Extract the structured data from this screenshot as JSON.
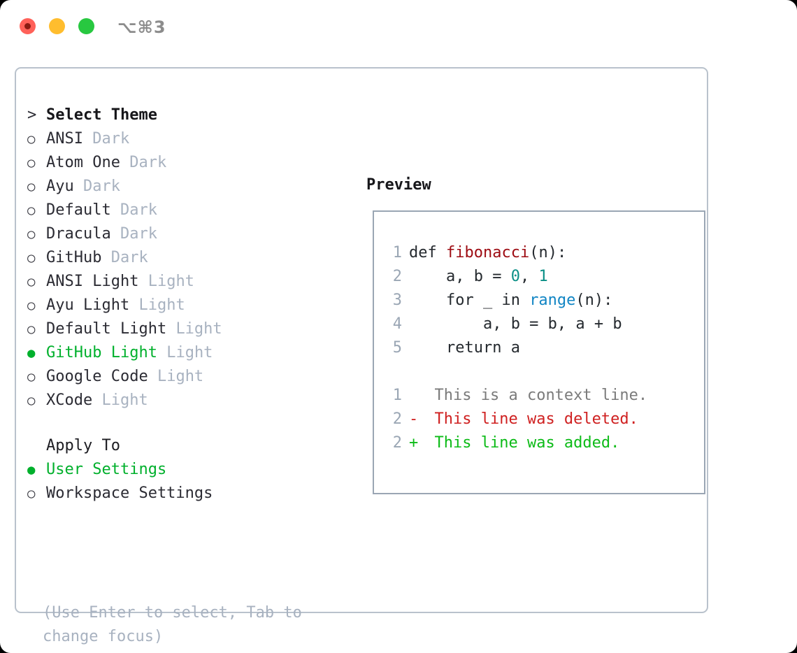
{
  "titlebar": {
    "shortcut": "⌥⌘3",
    "dots": [
      {
        "name": "close",
        "color": "#ff6159"
      },
      {
        "name": "minimize",
        "color": "#ffbd2e"
      },
      {
        "name": "maximize",
        "color": "#28c840"
      }
    ]
  },
  "theme_section": {
    "header_prefix": ">",
    "header": "Select Theme",
    "marker_off": "○",
    "marker_on": "●",
    "items": [
      {
        "name": "ANSI",
        "tag": "Dark",
        "selected": false
      },
      {
        "name": "Atom One",
        "tag": "Dark",
        "selected": false
      },
      {
        "name": "Ayu",
        "tag": "Dark",
        "selected": false
      },
      {
        "name": "Default",
        "tag": "Dark",
        "selected": false
      },
      {
        "name": "Dracula",
        "tag": "Dark",
        "selected": false
      },
      {
        "name": "GitHub",
        "tag": "Dark",
        "selected": false
      },
      {
        "name": "ANSI Light",
        "tag": "Light",
        "selected": false
      },
      {
        "name": "Ayu Light",
        "tag": "Light",
        "selected": false
      },
      {
        "name": "Default Light",
        "tag": "Light",
        "selected": false
      },
      {
        "name": "GitHub Light",
        "tag": "Light",
        "selected": true
      },
      {
        "name": "Google Code",
        "tag": "Light",
        "selected": false
      },
      {
        "name": "XCode",
        "tag": "Light",
        "selected": false
      }
    ]
  },
  "apply_section": {
    "header": "Apply To",
    "items": [
      {
        "name": "User Settings",
        "selected": true
      },
      {
        "name": "Workspace Settings",
        "selected": false
      }
    ]
  },
  "hint": "(Use Enter to select, Tab to change focus)",
  "preview": {
    "title": "Preview",
    "code_lines": [
      {
        "num": "1",
        "tokens": [
          {
            "text": "def ",
            "kind": "plain"
          },
          {
            "text": "fibonacci",
            "kind": "func"
          },
          {
            "text": "(n):",
            "kind": "plain"
          }
        ]
      },
      {
        "num": "2",
        "tokens": [
          {
            "text": "    a, b = ",
            "kind": "plain"
          },
          {
            "text": "0",
            "kind": "num"
          },
          {
            "text": ", ",
            "kind": "plain"
          },
          {
            "text": "1",
            "kind": "num"
          }
        ]
      },
      {
        "num": "3",
        "tokens": [
          {
            "text": "    for _ in ",
            "kind": "plain"
          },
          {
            "text": "range",
            "kind": "built"
          },
          {
            "text": "(n):",
            "kind": "plain"
          }
        ]
      },
      {
        "num": "4",
        "tokens": [
          {
            "text": "        a, b = b, a + b",
            "kind": "plain"
          }
        ]
      },
      {
        "num": "5",
        "tokens": [
          {
            "text": "    return a",
            "kind": "plain"
          }
        ]
      }
    ],
    "diff_lines": [
      {
        "num": "1",
        "sign": " ",
        "text": "This is a context line.",
        "kind": "context"
      },
      {
        "num": "2",
        "sign": "-",
        "text": "This line was deleted.",
        "kind": "deleted"
      },
      {
        "num": "2",
        "sign": "+",
        "text": "This line was added.",
        "kind": "added"
      }
    ]
  },
  "colors": {
    "selected_green": "#00b02c",
    "tag_grey": "#a8b2c0",
    "line_number": "#9aa6b4",
    "func_red": "#9d0b12",
    "number_teal": "#0a8f86",
    "builtin_blue": "#1185c4",
    "diff_deleted": "#cf2020",
    "diff_added": "#0cbb17",
    "diff_context": "#7b7b7b",
    "dialog_border": "#b9c2cc",
    "panel_border": "#9aa6b4"
  }
}
